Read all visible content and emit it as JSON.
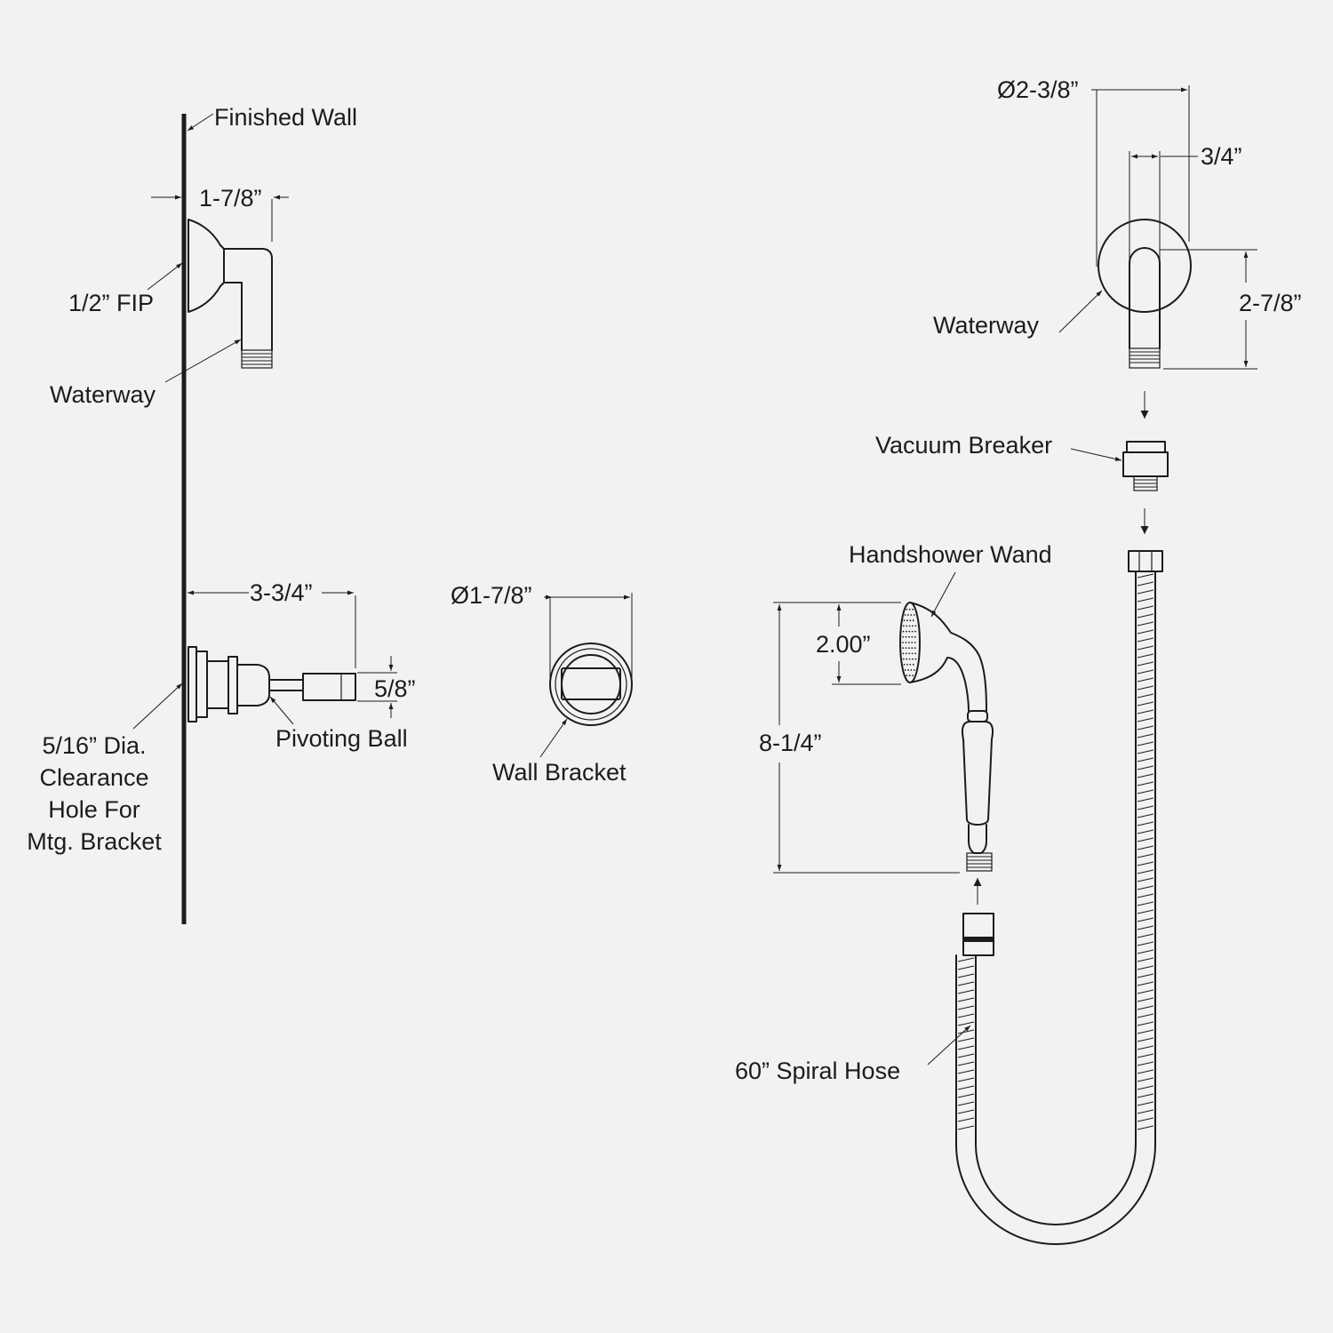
{
  "labels": {
    "finished_wall": "Finished Wall",
    "dim_1_7_8": "1-7/8”",
    "fip": "1/2” FIP",
    "waterway_left": "Waterway",
    "dim_3_3_4": "3-3/4”",
    "dim_5_8": "5/8”",
    "pivoting_ball": "Pivoting Ball",
    "clearance_lines": [
      "5/16” Dia.",
      "Clearance",
      "Hole For",
      "Mtg. Bracket"
    ],
    "dim_dia_1_7_8": "Ø1-7/8”",
    "wall_bracket": "Wall Bracket",
    "dim_dia_2_3_8": "Ø2-3/8”",
    "dim_3_4": "3/4”",
    "dim_2_7_8": "2-7/8”",
    "waterway_right": "Waterway",
    "vacuum_breaker": "Vacuum Breaker",
    "handshower_wand": "Handshower Wand",
    "dim_2_00": "2.00”",
    "dim_8_1_4": "8-1/4”",
    "spiral_hose": "60” Spiral Hose"
  },
  "colors": {
    "background": "#f2f2f2",
    "ink": "#1c1c1c"
  }
}
